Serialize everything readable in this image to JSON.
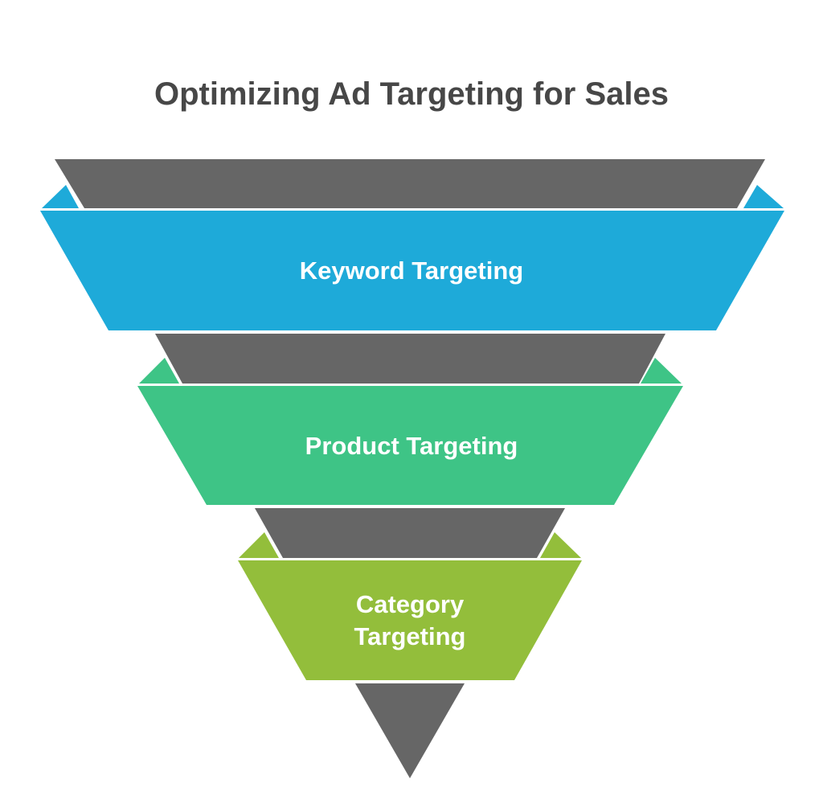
{
  "title": "Optimizing Ad Targeting for Sales",
  "stages": [
    {
      "label": "Keyword Targeting",
      "color": "#1EAAD9"
    },
    {
      "label": "Product Targeting",
      "color": "#3EC486"
    },
    {
      "label": "Category Targeting",
      "color": "#93BE3B"
    }
  ],
  "connector_color": "#666666"
}
